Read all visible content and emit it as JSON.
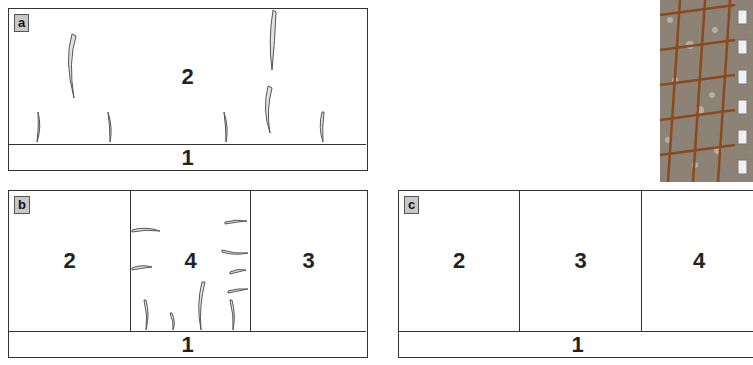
{
  "diagram": {
    "nodes": [
      {
        "text": [
          "a"
        ]
      },
      {
        "text": [
          "2"
        ],
        "in": 0
      },
      {
        "text": [
          "1"
        ],
        "in": 0
      },
      {
        "text": [
          "b"
        ]
      },
      {
        "text": [
          "2"
        ],
        "in": 3
      },
      {
        "text": [
          "4"
        ],
        "in": 3
      },
      {
        "text": [
          "3"
        ],
        "in": 3
      },
      {
        "text": [
          "1"
        ],
        "in": 3
      },
      {
        "text": [
          "c"
        ]
      },
      {
        "text": [
          "2"
        ],
        "in": 8
      },
      {
        "text": [
          "3"
        ],
        "in": 8
      },
      {
        "text": [
          "4"
        ],
        "in": 8
      },
      {
        "text": [
          "1"
        ],
        "in": 8
      }
    ]
  }
}
